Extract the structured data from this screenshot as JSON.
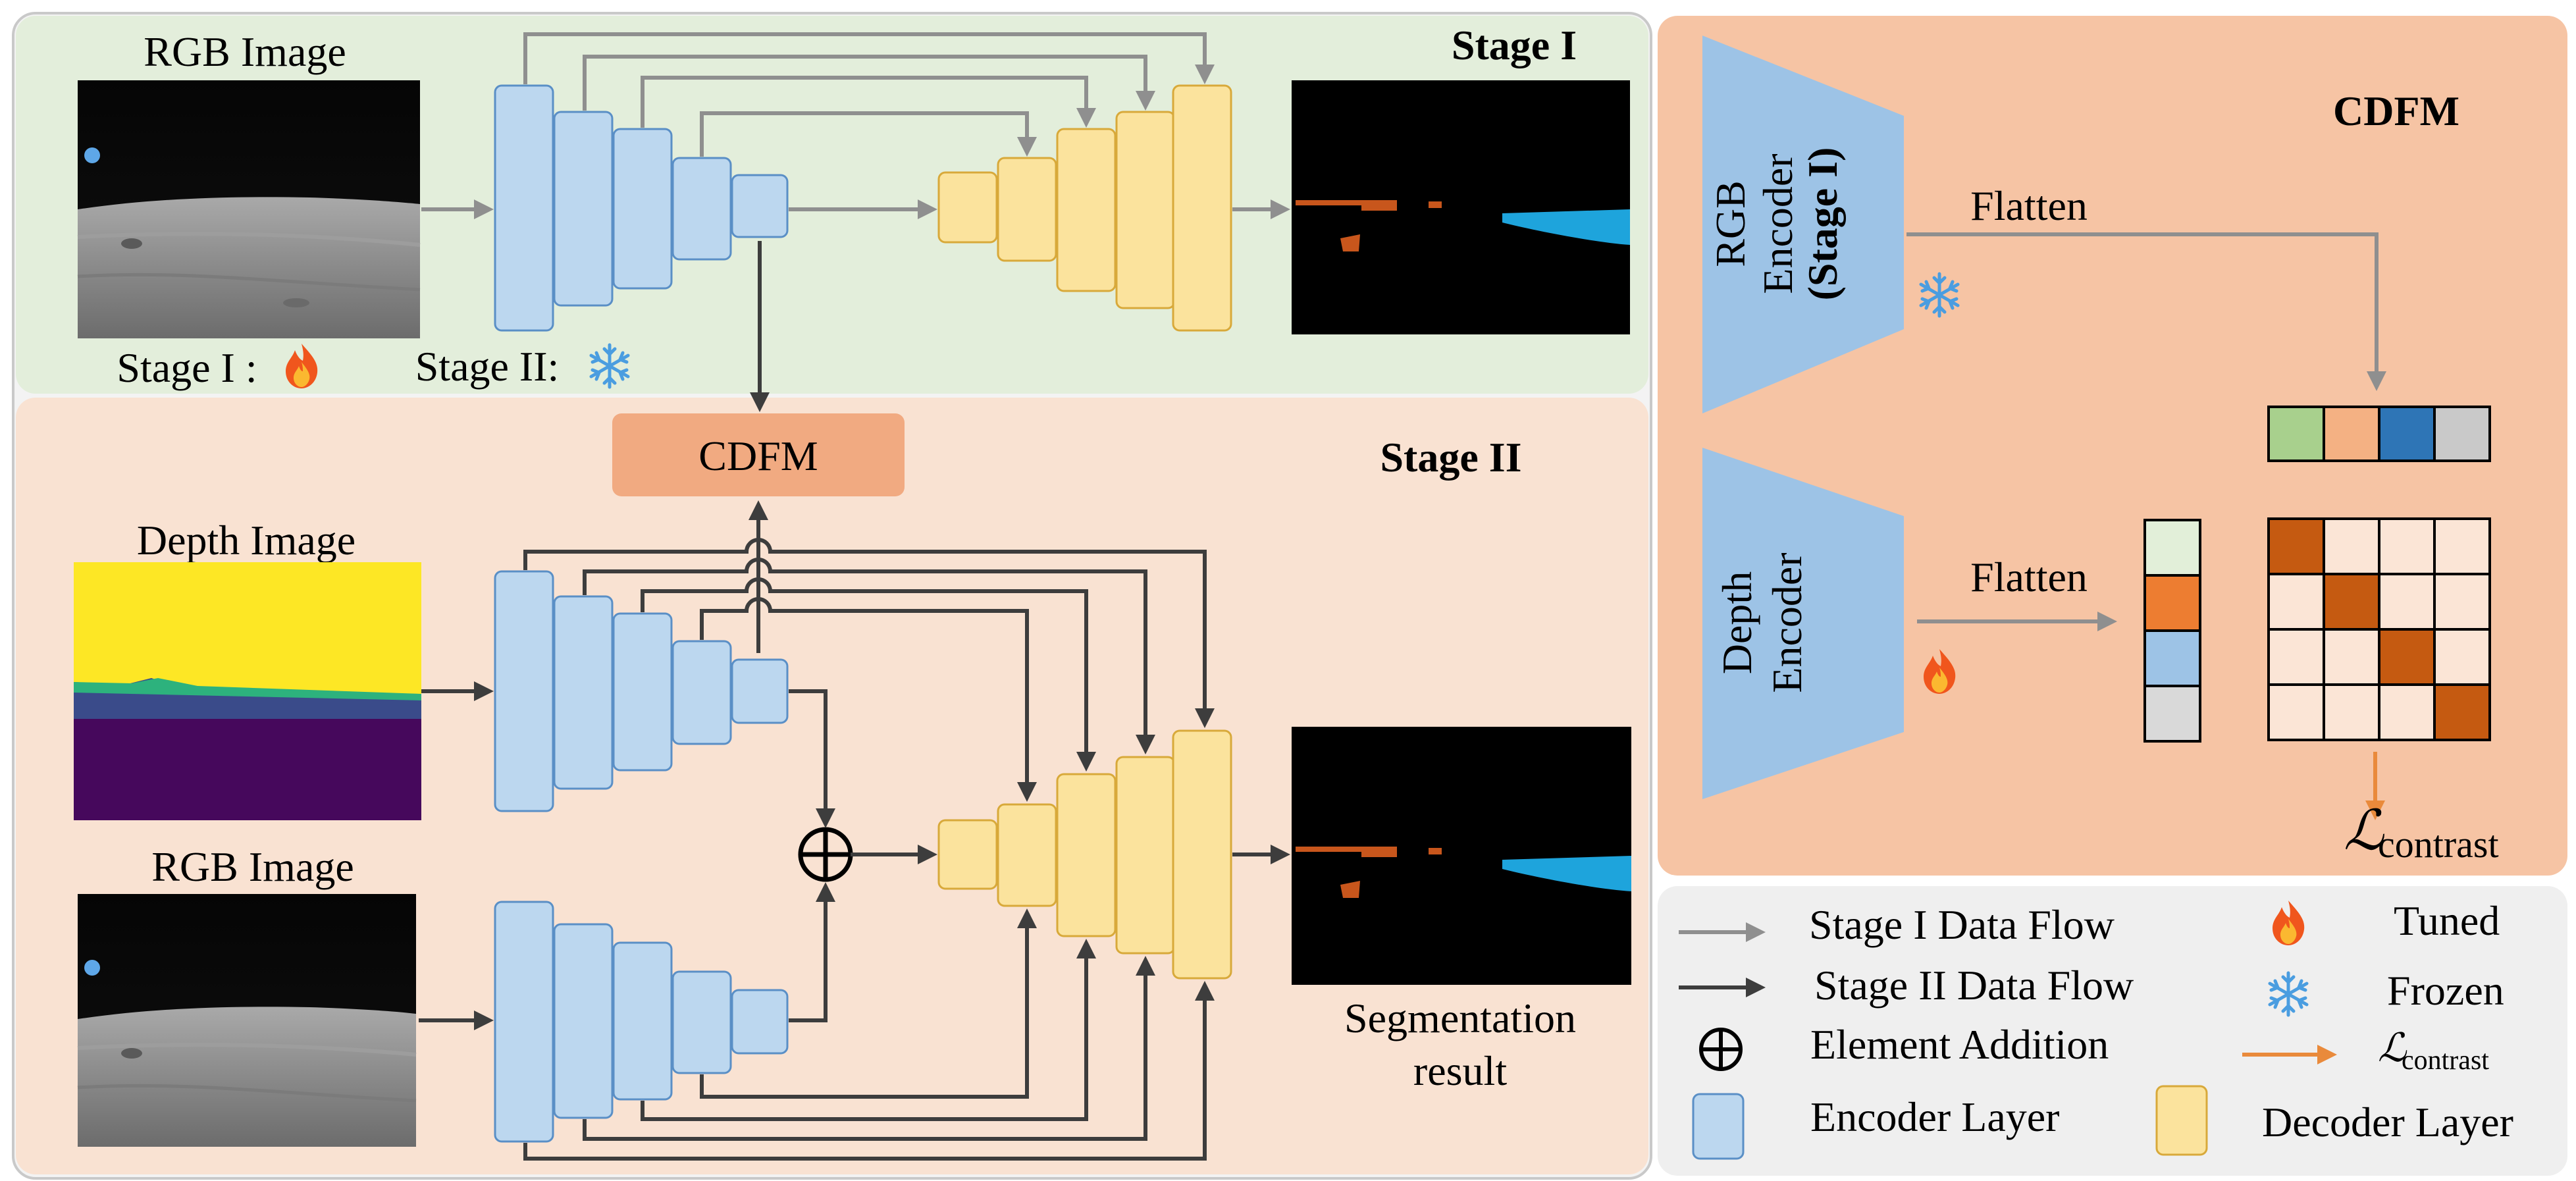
{
  "colors": {
    "stage1_bg": "#e3eedb",
    "stage2_bg": "#f9e2d2",
    "cdfm_panel_bg": "#f6c4a4",
    "legend_bg": "#efefef",
    "cdfm_box": "#f1aa81",
    "encoder_fill": "#bcd7ef",
    "decoder_fill": "#fbe39d",
    "stage1_arrow": "#8f8f8f",
    "stage2_arrow": "#3d3d3d",
    "contrast_arrow": "#e98a3b",
    "segment_blue": "#1ea4dc",
    "segment_orange": "#c8561c"
  },
  "stage1": {
    "title": "Stage I",
    "input_label": "RGB Image",
    "stage1_status": "Stage I :",
    "stage2_status": "Stage II:"
  },
  "stage2": {
    "title": "Stage II",
    "cdfm_label": "CDFM",
    "depth_label": "Depth Image",
    "rgb_label": "RGB Image",
    "result_label_line1": "Segmentation",
    "result_label_line2": "result"
  },
  "cdfm_panel": {
    "title": "CDFM",
    "rgb_encoder_line1": "RGB",
    "rgb_encoder_line2": "Encoder",
    "rgb_encoder_line3": "(Stage I)",
    "depth_encoder_line1": "Depth",
    "depth_encoder_line2": "Encoder",
    "flatten_top": "Flatten",
    "flatten_bottom": "Flatten",
    "loss_symbol": "ℒ",
    "loss_subscript": "contrast",
    "rgb_feature_colors": [
      "#a8d08d",
      "#f4b183",
      "#2e75b6",
      "#c9c9c9"
    ],
    "depth_feature_colors": [
      "#e2efd9",
      "#ed7d31",
      "#9dc3e6",
      "#d9d9d9"
    ],
    "matrix_cell": "#fbe5d6",
    "matrix_diag": "#c55a11"
  },
  "legend": {
    "stage1_flow": "Stage I Data Flow",
    "stage2_flow": "Stage II Data Flow",
    "element_addition": "Element Addition",
    "encoder_layer": "Encoder Layer",
    "tuned": "Tuned",
    "frozen": "Frozen",
    "loss_symbol": "ℒ",
    "loss_subscript": "contrast",
    "decoder_layer": "Decoder Layer"
  },
  "icons": {
    "fire": "fire-icon",
    "snowflake": "snowflake-icon",
    "addition": "circled-plus-icon"
  }
}
